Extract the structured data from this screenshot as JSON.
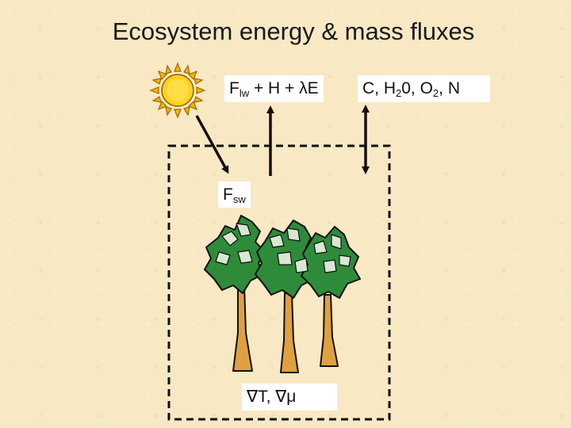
{
  "title": "Ecosystem energy & mass fluxes",
  "labels": {
    "outgoing": {
      "a": "F",
      "a_sub": "lw",
      "b": " + H + ",
      "lambda": "λ",
      "c": "E"
    },
    "mass": {
      "a": "C, H",
      "a_sub": "2",
      "b": "0, O",
      "b_sub": "2",
      "c": ", N"
    },
    "shortwave": {
      "a": "F",
      "a_sub": "sw"
    },
    "gradients": {
      "nabla1": "∇",
      "t": "T, ",
      "nabla2": "∇",
      "mu": "μ"
    }
  },
  "icons": [
    "sun-icon",
    "trees-clipart"
  ],
  "colors": {
    "background": "#f8e8c4",
    "sun": "#f5b400",
    "foliage": "#2e8b3a",
    "trunk": "#e0a040"
  }
}
